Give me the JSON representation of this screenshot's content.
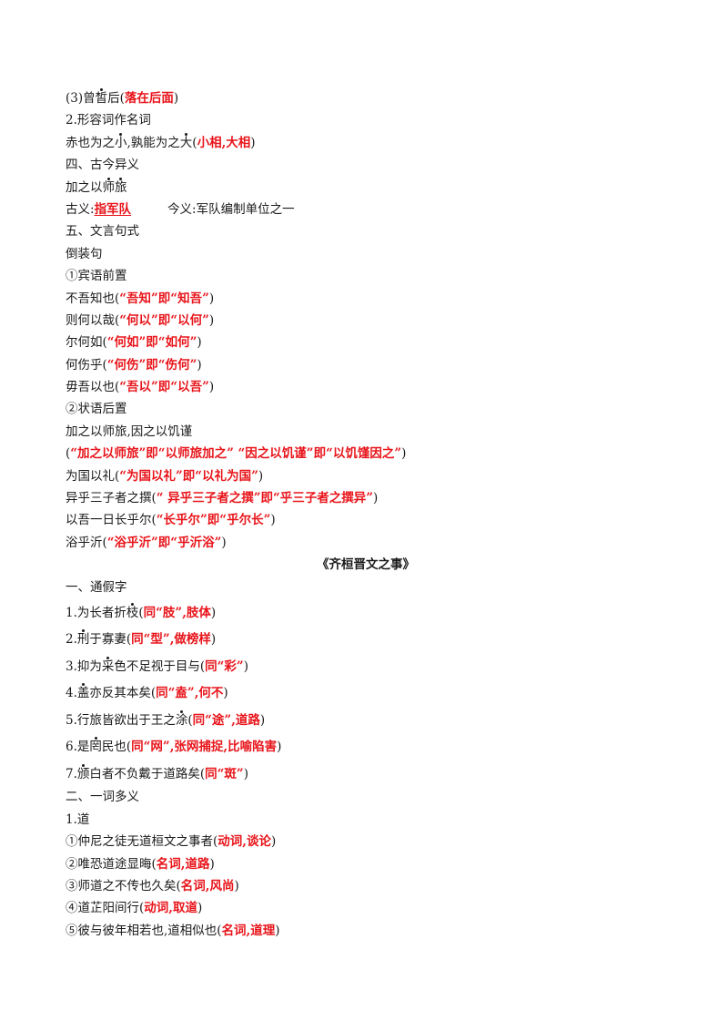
{
  "lines": [
    {
      "key": "l01",
      "segs": [
        {
          "t": "(3)曾"
        },
        {
          "t": "皙",
          "d": true
        },
        {
          "t": "后("
        },
        {
          "t": "落在后面",
          "a": true
        },
        {
          "t": ")"
        }
      ]
    },
    {
      "key": "l02",
      "segs": [
        {
          "t": "2.形容词作名词"
        }
      ]
    },
    {
      "key": "l03",
      "segs": [
        {
          "t": "赤也为之"
        },
        {
          "t": "小",
          "d": true
        },
        {
          "t": ",孰能为之"
        },
        {
          "t": "大",
          "d": true
        },
        {
          "t": "("
        },
        {
          "t": "小相,大相",
          "a": true
        },
        {
          "t": ")"
        }
      ]
    },
    {
      "key": "l04",
      "segs": [
        {
          "t": "四、古今异义"
        }
      ]
    },
    {
      "key": "l05",
      "segs": [
        {
          "t": "加之以"
        },
        {
          "t": "师",
          "d": true
        },
        {
          "t": "旅",
          "d": true
        }
      ]
    },
    {
      "key": "l06",
      "segs": [
        {
          "t": "古义:"
        },
        {
          "t": "指军队",
          "a": true,
          "u": true
        },
        {
          "gap": true
        },
        {
          "t": "今义:军队编制单位之一"
        }
      ]
    },
    {
      "key": "l07",
      "segs": [
        {
          "t": "五、文言句式"
        }
      ]
    },
    {
      "key": "l08",
      "segs": [
        {
          "t": "倒装句"
        }
      ]
    },
    {
      "key": "l09",
      "segs": [
        {
          "t": "①宾语前置"
        }
      ]
    },
    {
      "key": "l10",
      "segs": [
        {
          "t": "不吾知也("
        },
        {
          "t": "“吾知”即“知吾”",
          "a": true
        },
        {
          "t": ")"
        }
      ]
    },
    {
      "key": "l11",
      "segs": [
        {
          "t": "则何以哉("
        },
        {
          "t": "“何以”即“以何”",
          "a": true
        },
        {
          "t": ")"
        }
      ]
    },
    {
      "key": "l12",
      "segs": [
        {
          "t": "尔何如("
        },
        {
          "t": "“何如”即“如何”",
          "a": true
        },
        {
          "t": ")"
        }
      ]
    },
    {
      "key": "l13",
      "segs": [
        {
          "t": "何伤乎("
        },
        {
          "t": "“何伤”即“伤何”",
          "a": true
        },
        {
          "t": ")"
        }
      ]
    },
    {
      "key": "l14",
      "segs": [
        {
          "t": "毋吾以也("
        },
        {
          "t": "“吾以”即“以吾”",
          "a": true
        },
        {
          "t": ")"
        }
      ]
    },
    {
      "key": "l15",
      "segs": [
        {
          "t": "②状语后置"
        }
      ]
    },
    {
      "key": "l16",
      "segs": [
        {
          "t": "加之以师旅,因之以饥谨"
        }
      ]
    },
    {
      "key": "l17",
      "segs": [
        {
          "t": "("
        },
        {
          "t": "“加之以师旅”即“以师旅加之”  “因之以饥谨”即“以饥馑因之”",
          "a": true
        },
        {
          "t": ")"
        }
      ]
    },
    {
      "key": "l18",
      "segs": [
        {
          "t": "为国以礼("
        },
        {
          "t": "“为国以礼”即“以礼为国”",
          "a": true
        },
        {
          "t": ")"
        }
      ]
    },
    {
      "key": "l19",
      "segs": [
        {
          "t": "异乎三子者之撰("
        },
        {
          "t": "“ 异乎三子者之撰”即“乎三子者之撰异”",
          "a": true
        },
        {
          "t": ")"
        }
      ]
    },
    {
      "key": "l20",
      "segs": [
        {
          "t": "以吾一日长乎尔("
        },
        {
          "t": "“长乎尔”即“乎尔长”",
          "a": true
        },
        {
          "t": ")"
        }
      ]
    },
    {
      "key": "l21",
      "segs": [
        {
          "t": "浴乎沂("
        },
        {
          "t": "“浴乎沂”即“乎沂浴”",
          "a": true
        },
        {
          "t": ")"
        }
      ]
    },
    {
      "key": "l22",
      "center": true,
      "segs": [
        {
          "t": "《齐桓晋文之事》"
        }
      ]
    },
    {
      "key": "l23",
      "segs": [
        {
          "t": "一、通假字"
        }
      ]
    },
    {
      "key": "l24",
      "tall": true,
      "segs": [
        {
          "t": "1.为长者折"
        },
        {
          "t": "枝",
          "d": true
        },
        {
          "t": "("
        },
        {
          "t": "同“肢”,肢体",
          "a": true
        },
        {
          "t": ")"
        }
      ]
    },
    {
      "key": "l25",
      "tall": true,
      "segs": [
        {
          "t": "2."
        },
        {
          "t": "刑",
          "d": true
        },
        {
          "t": "于寡妻("
        },
        {
          "t": "同“型”,做榜样",
          "a": true
        },
        {
          "t": ")"
        }
      ]
    },
    {
      "key": "l26",
      "tall": true,
      "segs": [
        {
          "t": "3.抑为"
        },
        {
          "t": "采",
          "d": true
        },
        {
          "t": "色不足视于目与("
        },
        {
          "t": "同“彩”",
          "a": true
        },
        {
          "t": ")"
        }
      ]
    },
    {
      "key": "l27",
      "tall": true,
      "segs": [
        {
          "t": "4."
        },
        {
          "t": "盖",
          "d": true
        },
        {
          "t": "亦反其本矣("
        },
        {
          "t": "同“盍”,何不",
          "a": true
        },
        {
          "t": ")"
        }
      ]
    },
    {
      "key": "l28",
      "tall": true,
      "segs": [
        {
          "t": "5.行旅皆欲出于王之"
        },
        {
          "t": "涂",
          "d": true
        },
        {
          "t": "("
        },
        {
          "t": "同“途”,道路",
          "a": true
        },
        {
          "t": ")"
        }
      ]
    },
    {
      "key": "l29",
      "tall": true,
      "segs": [
        {
          "t": "6.是"
        },
        {
          "t": "罔",
          "d": true
        },
        {
          "t": "民也("
        },
        {
          "t": "同“网”,张网捕捉,比喻陷害",
          "a": true
        },
        {
          "t": ")"
        }
      ]
    },
    {
      "key": "l30",
      "tall": true,
      "segs": [
        {
          "t": "7."
        },
        {
          "t": "颁",
          "d": true
        },
        {
          "t": "白者不负戴于道路矣("
        },
        {
          "t": "同“斑”",
          "a": true
        },
        {
          "t": ")"
        }
      ]
    },
    {
      "key": "l31",
      "segs": [
        {
          "t": "二、一词多义"
        }
      ]
    },
    {
      "key": "l32",
      "segs": [
        {
          "t": "1.道"
        }
      ]
    },
    {
      "key": "l33",
      "segs": [
        {
          "t": "①仲尼之徒无道桓文之事者("
        },
        {
          "t": "动词,谈论",
          "a": true
        },
        {
          "t": ")"
        }
      ]
    },
    {
      "key": "l34",
      "segs": [
        {
          "t": "②唯恐道途显晦("
        },
        {
          "t": "名词,道路",
          "a": true
        },
        {
          "t": ")"
        }
      ]
    },
    {
      "key": "l35",
      "segs": [
        {
          "t": "③师道之不传也久矣("
        },
        {
          "t": "名词,风尚",
          "a": true
        },
        {
          "t": ")"
        }
      ]
    },
    {
      "key": "l36",
      "segs": [
        {
          "t": "④道芷阳间行("
        },
        {
          "t": "动词,取道",
          "a": true
        },
        {
          "t": ")"
        }
      ]
    },
    {
      "key": "l37",
      "segs": [
        {
          "t": "⑤彼与彼年相若也,道相似也("
        },
        {
          "t": "名词,道理",
          "a": true
        },
        {
          "t": ")"
        }
      ]
    }
  ]
}
